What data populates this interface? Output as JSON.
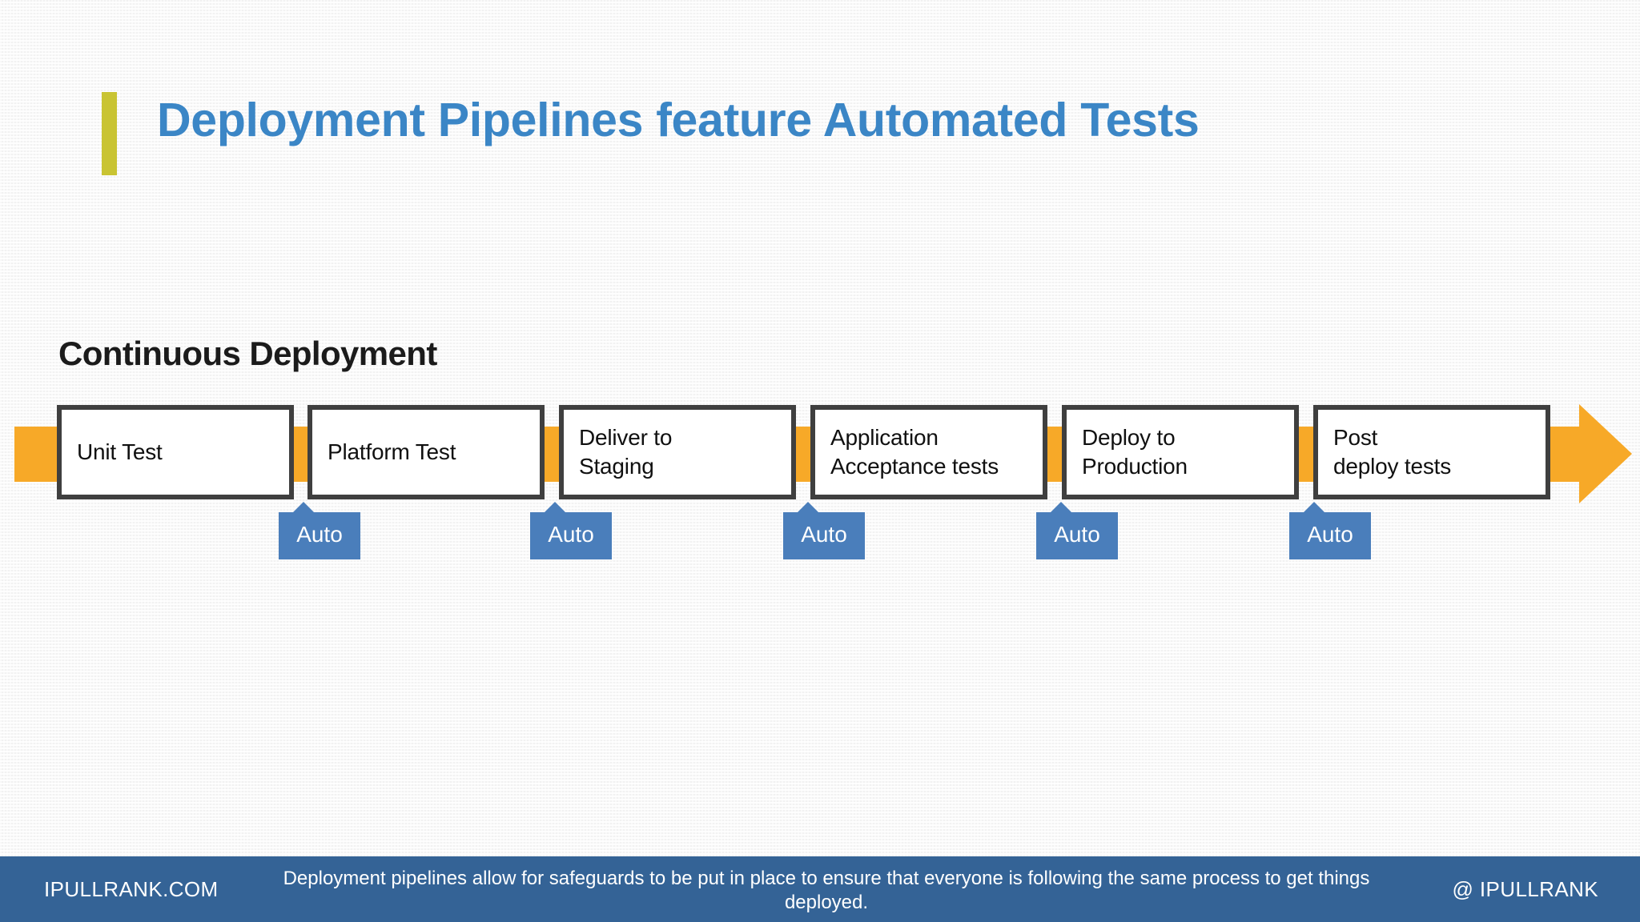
{
  "slide": {
    "title": "Deployment Pipelines feature Automated Tests",
    "accent_bar_color": "#c9c433",
    "title_color": "#3b86c6",
    "background_color": "#f2f2f2"
  },
  "diagram": {
    "heading": "Continuous Deployment",
    "band_color": "#f7a928",
    "box_border_color": "#3f3f3f",
    "badge_color": "#4a7ebb",
    "stages": [
      {
        "line1": "Unit Test",
        "line2": ""
      },
      {
        "line1": "Platform Test",
        "line2": ""
      },
      {
        "line1": "Deliver to",
        "line2": "Staging"
      },
      {
        "line1": "Application",
        "line2": "Acceptance tests"
      },
      {
        "line1": "Deploy to",
        "line2": "Production"
      },
      {
        "line1": "Post",
        "line2": "deploy tests"
      }
    ],
    "gates": [
      {
        "label": "Auto"
      },
      {
        "label": "Auto"
      },
      {
        "label": "Auto"
      },
      {
        "label": "Auto"
      },
      {
        "label": "Auto"
      }
    ]
  },
  "footer": {
    "brand": "IPULLRANK.COM",
    "caption": "Deployment pipelines allow for safeguards to be put in place to ensure that everyone is following the same process to get things deployed.",
    "handle": "@ IPULLRANK",
    "background_color": "#346396"
  }
}
